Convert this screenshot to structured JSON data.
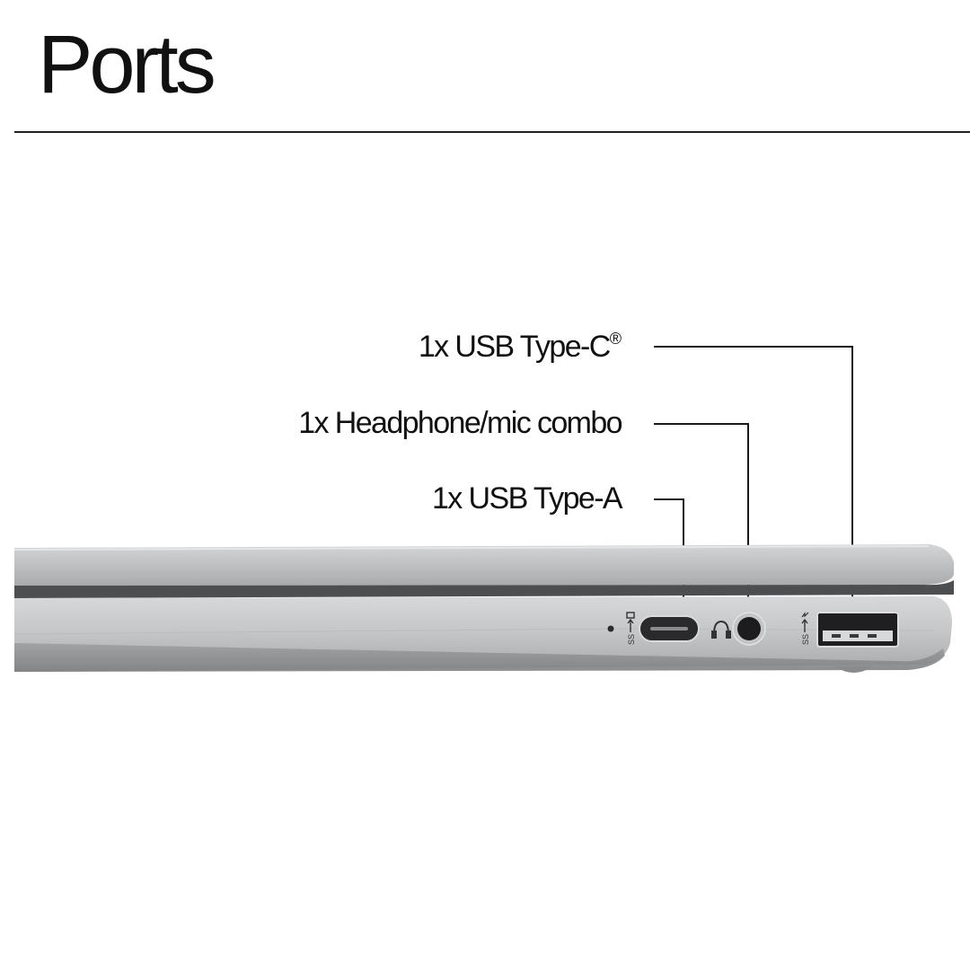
{
  "title": "Ports",
  "ports": [
    {
      "label": "1x USB Type-C",
      "mark": "®"
    },
    {
      "label": "1x Headphone/mic combo"
    },
    {
      "label": "1x USB Type-A"
    }
  ],
  "icons": [
    "ss-usb-power-delivery-icon",
    "headphone-icon",
    "ss-usb-charging-icon"
  ],
  "colors": {
    "background": "#ffffff",
    "text": "#111111",
    "laptop_silver": "#c9cacc"
  }
}
